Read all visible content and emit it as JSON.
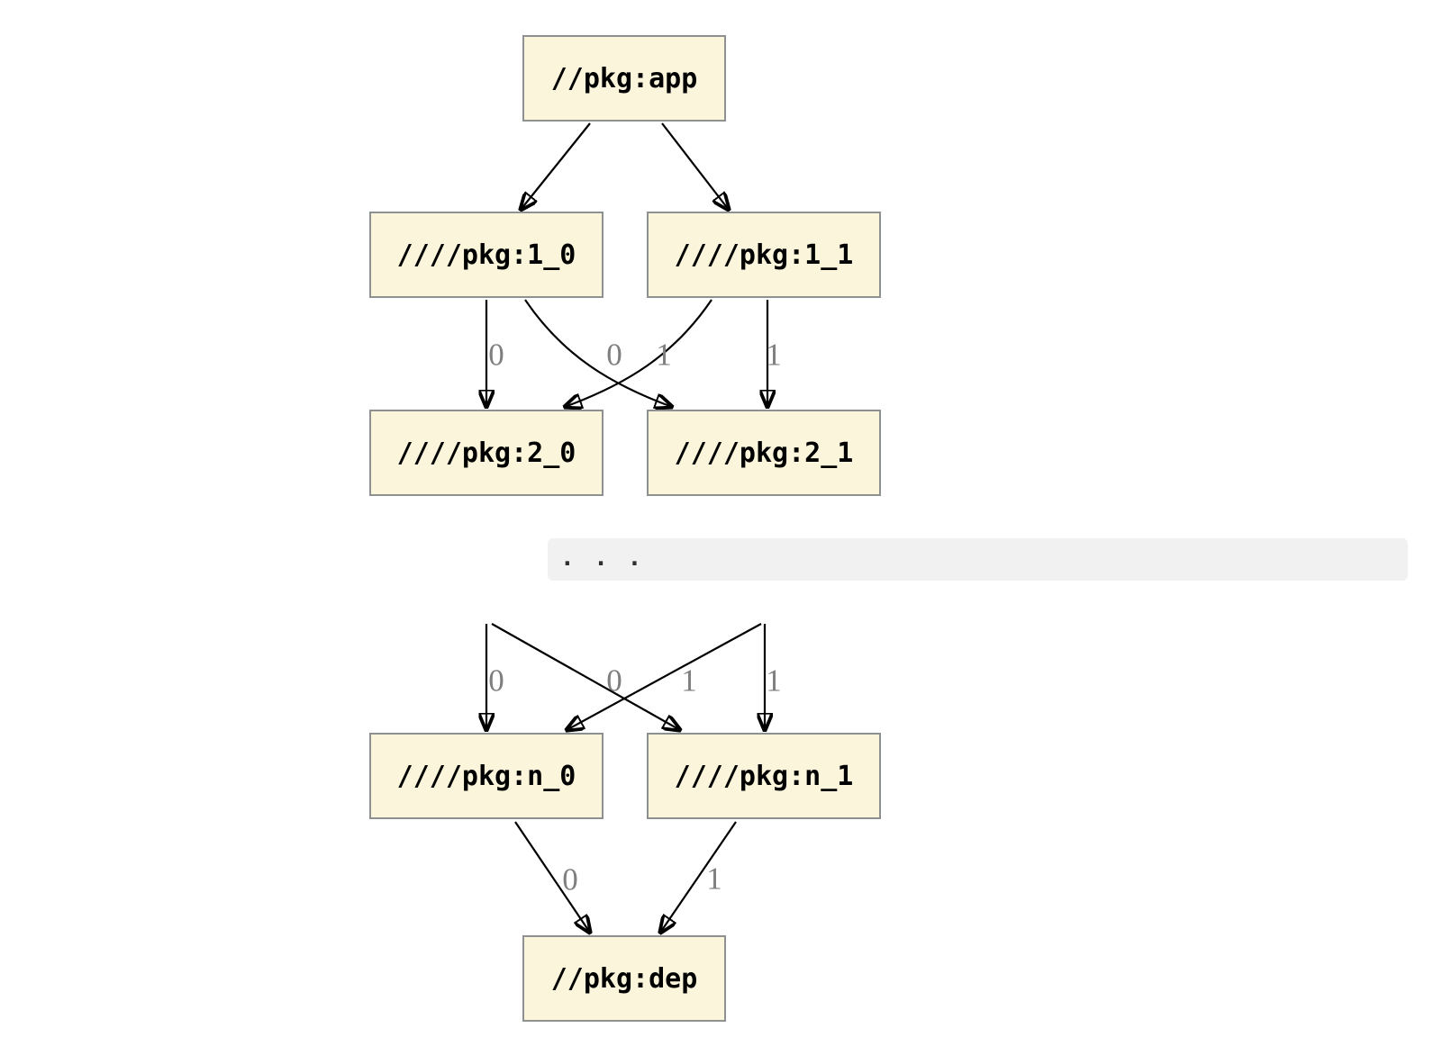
{
  "colors": {
    "node_fill": "#fbf5dc",
    "node_border": "#8d9192",
    "edge": "#000000",
    "edge_label": "#7f7f7f",
    "band_background": "#f1f1f2",
    "band_text": "#2f2f2f"
  },
  "diagram": {
    "type": "dependency-graph",
    "nodes": {
      "app": {
        "label": "//pkg:app"
      },
      "l1_0": {
        "label": "////pkg:1_0"
      },
      "l1_1": {
        "label": "////pkg:1_1"
      },
      "l2_0": {
        "label": "////pkg:2_0"
      },
      "l2_1": {
        "label": "////pkg:2_1"
      },
      "ln_0": {
        "label": "////pkg:n_0"
      },
      "ln_1": {
        "label": "////pkg:n_1"
      },
      "dep": {
        "label": "//pkg:dep"
      }
    },
    "edges": [
      {
        "from": "//pkg:app",
        "to": "////pkg:1_0",
        "label": ""
      },
      {
        "from": "//pkg:app",
        "to": "////pkg:1_1",
        "label": ""
      },
      {
        "from": "////pkg:1_0",
        "to": "////pkg:2_0",
        "label": "0"
      },
      {
        "from": "////pkg:1_0",
        "to": "////pkg:2_1",
        "label": "1"
      },
      {
        "from": "////pkg:1_1",
        "to": "////pkg:2_0",
        "label": "0"
      },
      {
        "from": "////pkg:1_1",
        "to": "////pkg:2_1",
        "label": "1"
      },
      {
        "from": "...",
        "to": "////pkg:n_0",
        "label": "0"
      },
      {
        "from": "...",
        "to": "////pkg:n_1",
        "label": "1"
      },
      {
        "from": "...",
        "to": "////pkg:n_0",
        "label": "0"
      },
      {
        "from": "...",
        "to": "////pkg:n_1",
        "label": "1"
      },
      {
        "from": "////pkg:n_0",
        "to": "//pkg:dep",
        "label": "0"
      },
      {
        "from": "////pkg:n_1",
        "to": "//pkg:dep",
        "label": "1"
      }
    ],
    "ellipsis_text": ". . ."
  }
}
